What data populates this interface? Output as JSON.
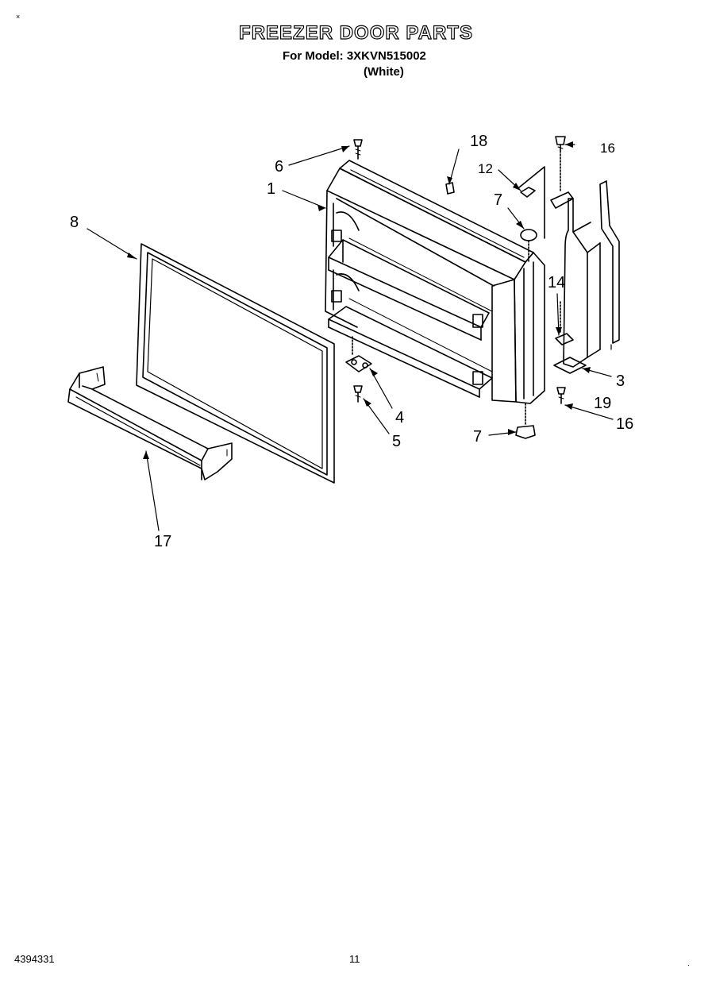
{
  "header": {
    "title": "FREEZER DOOR PARTS",
    "model_line": "For Model: 3XKVN515002",
    "color_line": "(White)"
  },
  "footer": {
    "doc_number": "4394331",
    "page_number": "11"
  },
  "corner_marks": {
    "top_left": "×",
    "bottom_right": "·"
  },
  "callouts": {
    "c1": "1",
    "c3": "3",
    "c4": "4",
    "c5": "5",
    "c6": "6",
    "c7_top": "7",
    "c7_bottom": "7",
    "c8": "8",
    "c12": "12",
    "c14": "14",
    "c16_top": "16",
    "c16_bottom": "16",
    "c17": "17",
    "c18": "18",
    "c19": "19"
  }
}
